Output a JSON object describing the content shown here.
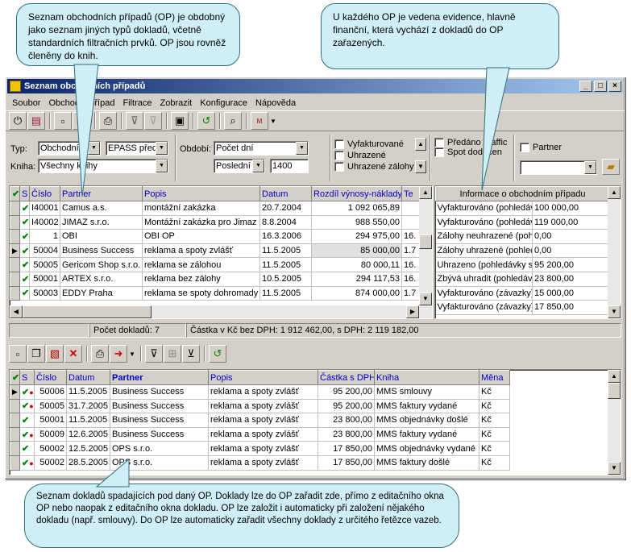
{
  "callouts": {
    "top_left": "Seznam obchodních případů (OP) je obdobný jako seznam jiných typů dokladů, včetně standardních filtračních prvků. OP jsou rovněž členěny do knih.",
    "top_right": "U každého OP je vedena evidence, hlavně finanční, která vychází z dokladů do OP zařazených.",
    "bottom": "Seznam dokladů spadajících pod daný OP. Doklady lze do OP zařadit zde, přímo z editačního okna OP nebo naopak z editačního okna dokladu. OP lze založit i automaticky při založení nějakého dokladu (např. smlouvy). Do OP lze automaticky zařadit všechny doklady z určitého řetězce vazeb."
  },
  "window": {
    "title": "Seznam obchodních případů",
    "min": "_",
    "max": "□",
    "close": "×"
  },
  "menu": [
    "Soubor",
    "Obchodní případ",
    "Filtrace",
    "Zobrazit",
    "Konfigurace",
    "Nápověda"
  ],
  "filters": {
    "typ_label": "Typ:",
    "typ_value": "Obchodní p",
    "typ2_value": "EPASS před",
    "kniha_label": "Kniha:",
    "kniha_value": "Všechny knihy",
    "obdobi_label": "Období:",
    "obdobi_value": "Počet dní",
    "posledni_value": "Poslední",
    "days_value": "1400",
    "checks": [
      "Vyfakturované",
      "Uhrazené",
      "Uhrazené zálohy"
    ],
    "predano": "Předáno Traffic",
    "spot": "Spot dodučen",
    "partner": "Partner"
  },
  "op_table": {
    "headers": [
      "S",
      "Číslo",
      "Partner",
      "Popis",
      "Datum",
      "Rozdíl výnosy-náklady",
      "Te"
    ],
    "rows": [
      {
        "num": "I40001",
        "partner": "Camus a.s.",
        "popis": "montážní zakázka",
        "datum": "20.7.2004",
        "rozdil": "1 092 065,89",
        "te": ""
      },
      {
        "num": "I40002",
        "partner": "JIMAZ s.r.o.",
        "popis": "Montážní zakázka pro Jimaz",
        "datum": "8.8.2004",
        "rozdil": "988 550,00",
        "te": ""
      },
      {
        "num": "1",
        "partner": "OBI",
        "popis": "OBI OP",
        "datum": "16.3.2006",
        "rozdil": "294 975,00",
        "te": "16."
      },
      {
        "num": "50004",
        "partner": "Business Success",
        "popis": "reklama a spoty zvlášť",
        "datum": "11.5.2005",
        "rozdil": "85 000,00",
        "te": "1.7"
      },
      {
        "num": "50005",
        "partner": "Gericom Shop s.r.o.",
        "popis": "reklama se zálohou",
        "datum": "11.5.2005",
        "rozdil": "80 000,11",
        "te": "16."
      },
      {
        "num": "50001",
        "partner": "ARTEX s.r.o.",
        "popis": "reklama bez zálohy",
        "datum": "10.5.2005",
        "rozdil": "294 117,53",
        "te": "16."
      },
      {
        "num": "50003",
        "partner": "EDDY Praha",
        "popis": "reklama se spoty dohromady",
        "datum": "11.5.2005",
        "rozdil": "874 000,00",
        "te": "1.7"
      }
    ]
  },
  "info_panel": {
    "title": "Informace o obchodním případu",
    "rows": [
      {
        "label": "Vyfakturováno (pohledávky)",
        "value": "100 000,00"
      },
      {
        "label": "Vyfakturováno (pohledávky)",
        "value": "119 000,00"
      },
      {
        "label": "Zálohy neuhrazené (pohledávky)",
        "value": "0,00"
      },
      {
        "label": "Zálohy uhrazené (pohledávky)",
        "value": "0,00"
      },
      {
        "label": "Uhrazeno (pohledávky s DPH)",
        "value": "95 200,00"
      },
      {
        "label": "Zbývá uhradit (pohledávky)",
        "value": "23 800,00"
      },
      {
        "label": "Vyfakturováno (závazky)",
        "value": "15 000,00"
      },
      {
        "label": "Vyfakturováno (závazky)",
        "value": "17 850,00"
      }
    ]
  },
  "status": {
    "count": "Počet dokladů:  7",
    "amounts": "Částka v Kč bez DPH: 1 912 462,00, s DPH: 2 119 182,00"
  },
  "doc_table": {
    "headers": [
      "S",
      "Číslo",
      "Datum",
      "Partner",
      "Popis",
      "Částka s DPH",
      "Kniha",
      "Měna"
    ],
    "rows": [
      {
        "num": "50006",
        "datum": "11.5.2005",
        "partner": "Business Success",
        "popis": "reklama a spoty zvlášť",
        "castka": "95 200,00",
        "kniha": "MMS smlouvy",
        "mena": "Kč"
      },
      {
        "num": "50005",
        "datum": "31.7.2005",
        "partner": "Business Success",
        "popis": "reklama a spoty zvlášť",
        "castka": "95 200,00",
        "kniha": "MMS faktury vydané",
        "mena": "Kč"
      },
      {
        "num": "50001",
        "datum": "11.5.2005",
        "partner": "Business Success",
        "popis": "reklama a spoty zvlášť",
        "castka": "23 800,00",
        "kniha": "MMS objednávky došlé",
        "mena": "Kč"
      },
      {
        "num": "50009",
        "datum": "12.6.2005",
        "partner": "Business Success",
        "popis": "reklama a spoty zvlášť",
        "castka": "23 800,00",
        "kniha": "MMS faktury vydané",
        "mena": "Kč"
      },
      {
        "num": "50002",
        "datum": "12.5.2005",
        "partner": "OPS s.r.o.",
        "popis": "reklama a spoty zvlášť",
        "castka": "17 850,00",
        "kniha": "MMS objednávky vydané",
        "mena": "Kč"
      },
      {
        "num": "50002",
        "datum": "28.5.2005",
        "partner": "OPS s.r.o.",
        "popis": "reklama a spoty zvlášť",
        "castka": "17 850,00",
        "kniha": "MMS faktury došlé",
        "mena": "Kč"
      }
    ]
  },
  "colors": {
    "title_start": "#0a246a",
    "title_end": "#a6caf0",
    "bubble": "#cfeef5",
    "window": "#d4d0c8",
    "header_link": "#0000c8"
  }
}
